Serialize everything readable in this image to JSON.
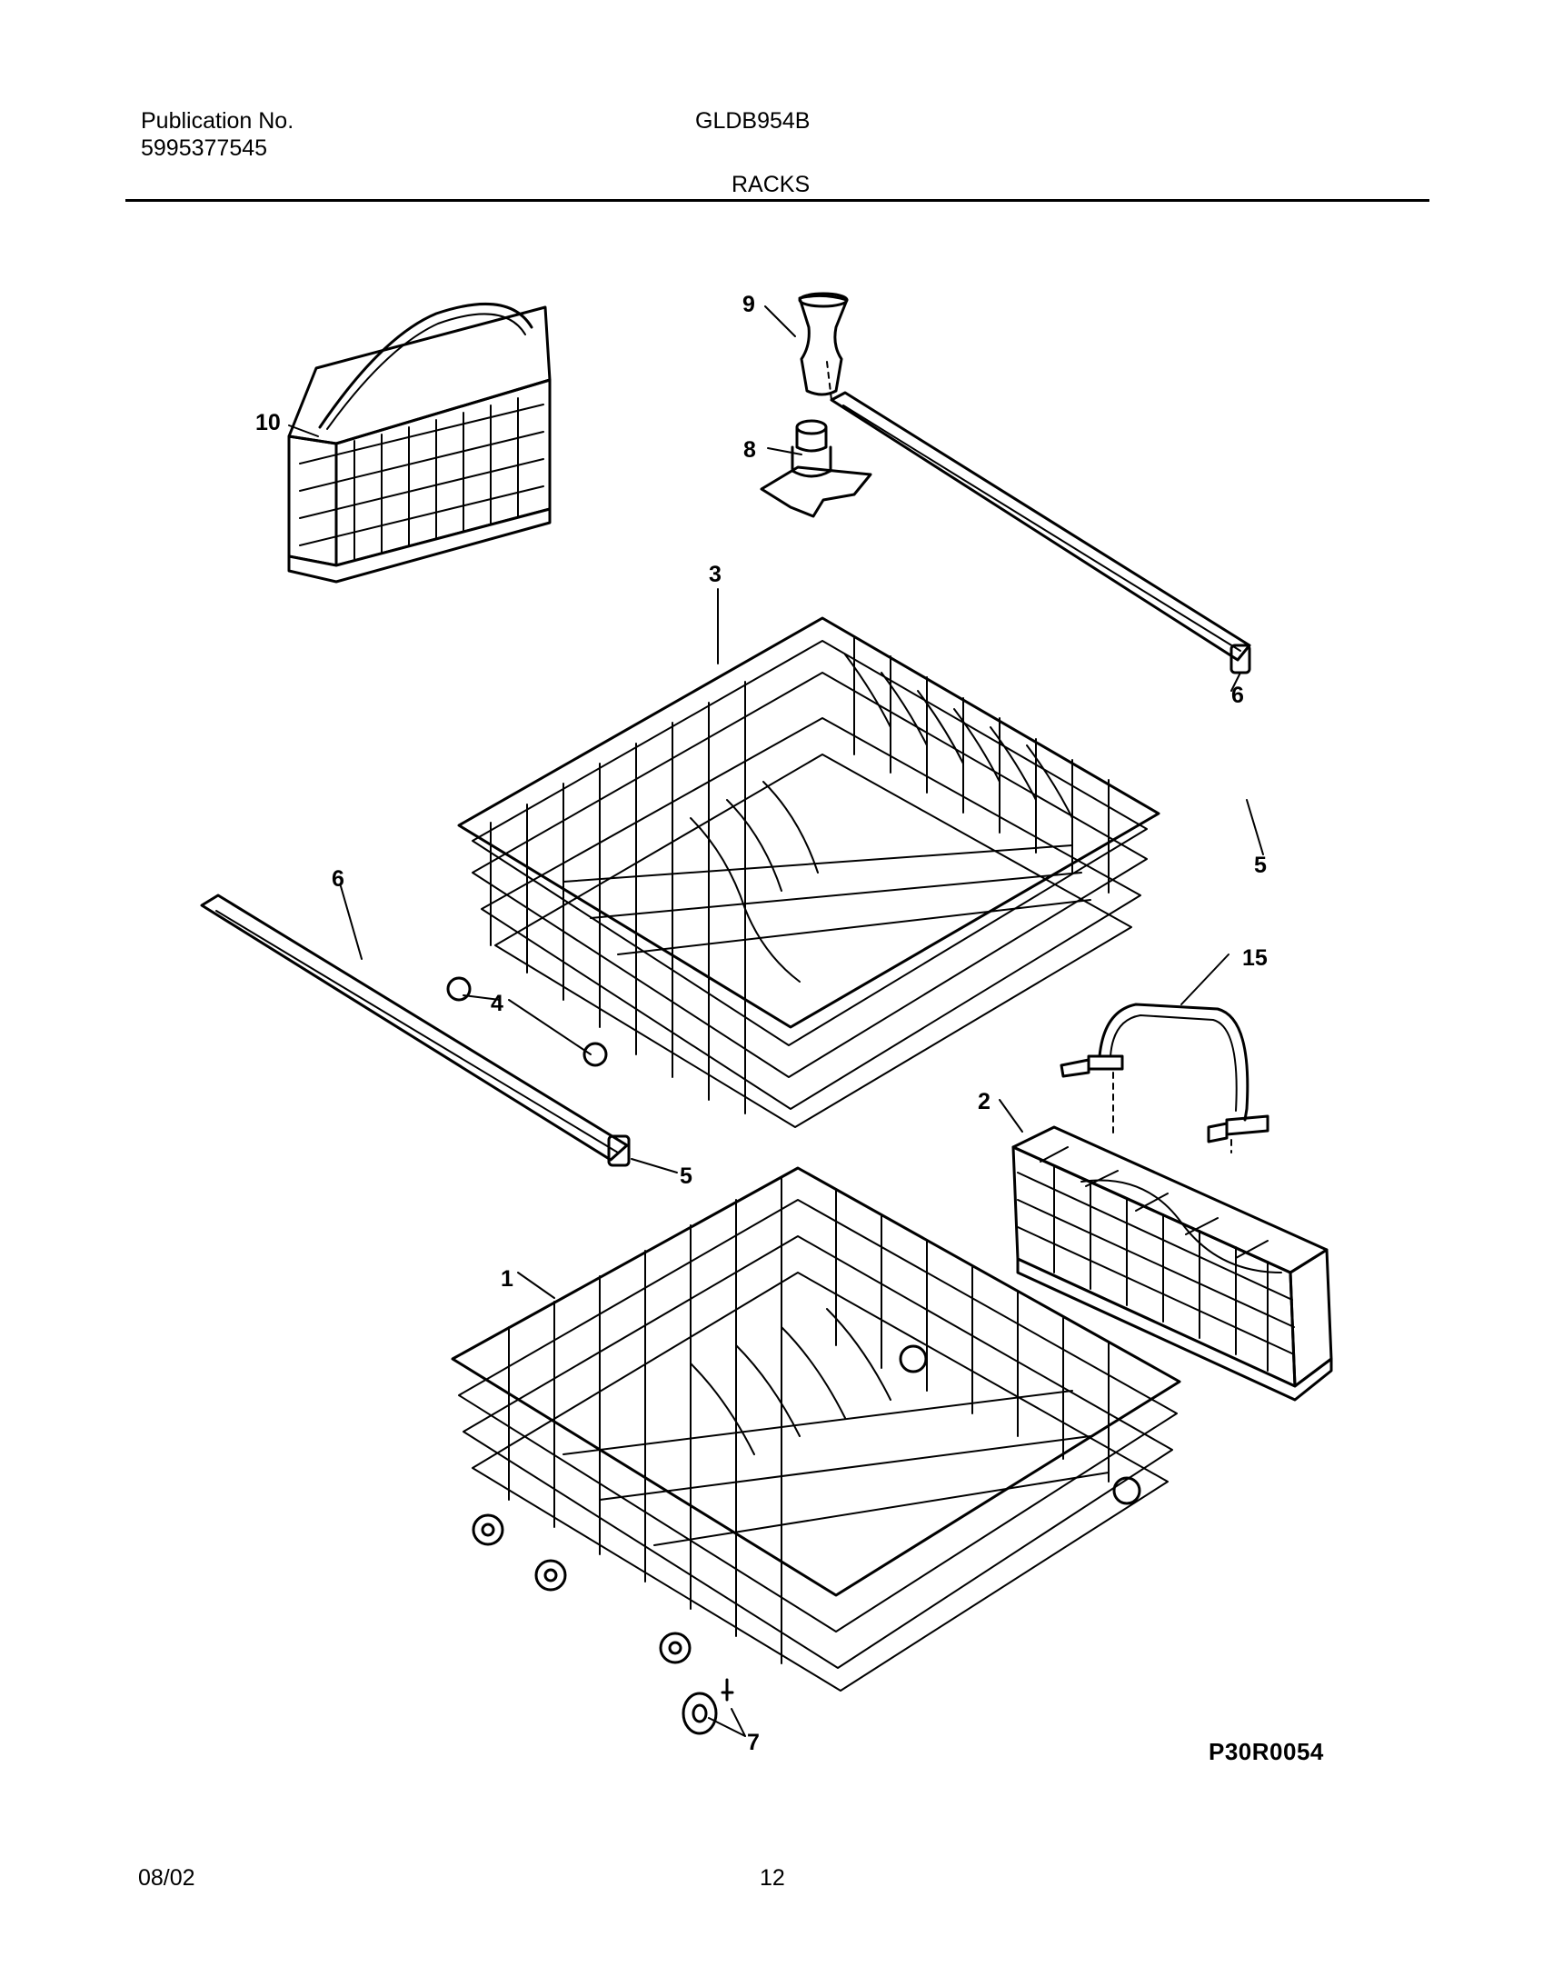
{
  "header": {
    "publication_label": "Publication No.",
    "publication_number": "5995377545",
    "model": "GLDB954B",
    "section_title": "RACKS"
  },
  "callouts": {
    "c1": "1",
    "c2": "2",
    "c3": "3",
    "c4": "4",
    "c5a": "5",
    "c5b": "5",
    "c6a": "6",
    "c6b": "6",
    "c7": "7",
    "c8": "8",
    "c9": "9",
    "c10": "10",
    "c15": "15"
  },
  "diagram_code": "P30R0054",
  "footer": {
    "date": "08/02",
    "page": "12"
  }
}
